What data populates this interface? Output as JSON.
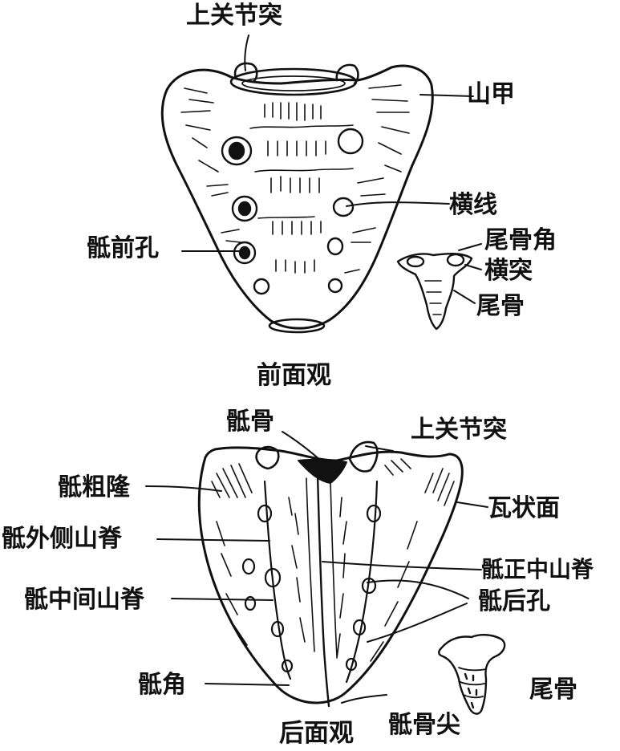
{
  "front_view": {
    "caption": "前面观",
    "labels": {
      "superior_articular_process": "上关节突",
      "promontory": "山甲",
      "transverse_ridges": "横线",
      "anterior_sacral_foramina": "骶前孔",
      "coccygeal_cornu": "尾骨角",
      "transverse_process": "横突",
      "coccyx": "尾骨"
    }
  },
  "back_view": {
    "caption": "后面观",
    "labels": {
      "sacrum": "骶骨",
      "superior_articular_process": "上关节突",
      "sacral_tuberosity": "骶粗隆",
      "auricular_surface": "瓦状面",
      "lateral_sacral_crest": "骶外侧山脊",
      "median_sacral_crest": "骶正中山脊",
      "intermediate_sacral_crest": "骶中间山脊",
      "posterior_sacral_foramina": "骶后孔",
      "sacral_cornu": "骶角",
      "coccyx": "尾骨",
      "sacral_apex": "骶骨尖"
    }
  },
  "colors": {
    "ink": "#111111",
    "paper": "#ffffff"
  }
}
